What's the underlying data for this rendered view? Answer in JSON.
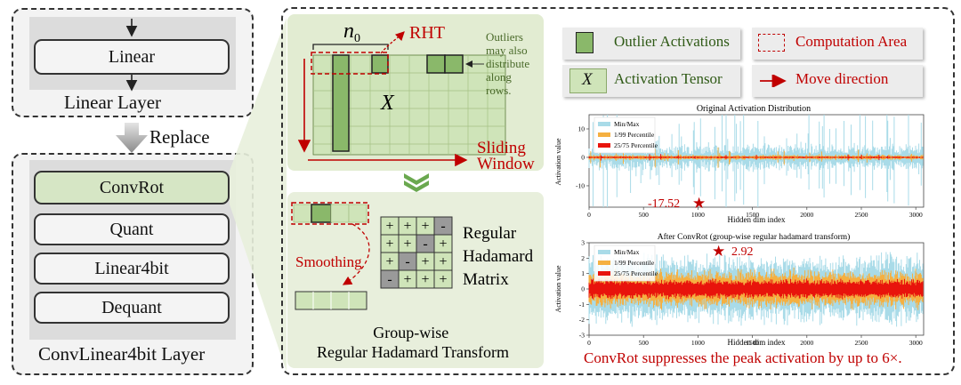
{
  "left": {
    "linear_block": "Linear",
    "linear_layer_label": "Linear Layer",
    "replace_label": "Replace",
    "convrot_block": "ConvRot",
    "quant_block": "Quant",
    "linear4bit_block": "Linear4bit",
    "dequant_block": "Dequant",
    "convlinear_label": "ConvLinear4bit Layer"
  },
  "middle": {
    "n0_base": "n",
    "n0_sub": "0",
    "rht": "RHT",
    "x": "X",
    "outlier_note": [
      "Outliers",
      "may also",
      "distribute",
      "along",
      "rows."
    ],
    "sliding": "Sliding",
    "window": "Window",
    "smoothing": "Smoothing",
    "hadamard_signs": [
      [
        "+",
        "+",
        "+",
        "-"
      ],
      [
        "+",
        "+",
        "-",
        "+"
      ],
      [
        "+",
        "-",
        "+",
        "+"
      ],
      [
        "-",
        "+",
        "+",
        "+"
      ]
    ],
    "regular_hadamard_matrix": [
      "Regular",
      "Hadamard",
      "Matrix"
    ],
    "groupwise_title": [
      "Group-wise",
      "Regular Hadamard Transform"
    ]
  },
  "legend": {
    "outlier_activations": "Outlier Activations",
    "computation_area": "Computation Area",
    "x_symbol": "X",
    "activation_tensor": "Activation Tensor",
    "move_direction": "Move direction"
  },
  "charts": {
    "top": {
      "title": "Original Activation Distribution",
      "ylabel": "Activation value",
      "xlabel": "Hidden dim index",
      "legend": [
        "Min/Max",
        "1/99 Percentile",
        "25/75 Percentile"
      ],
      "annotation": "-17.52"
    },
    "bottom": {
      "title": "After ConvRot (group-wise regular hadamard transform)",
      "ylabel": "Activation value",
      "xlabel": "Hidden dim index",
      "legend": [
        "Min/Max",
        "1/99 Percentile",
        "25/75 Percentile"
      ],
      "annotation": "2.92"
    },
    "caption": "ConvRot suppresses the peak activation by up to 6×."
  },
  "colors": {
    "green_fill": "#b5d49a",
    "light_green": "#e2ecd2",
    "red_dark": "#c00000",
    "minmax": "#a9dbe8",
    "p1_99": "#f5b041",
    "p25_75": "#e8140c",
    "panel_gray": "#dcdcdc"
  },
  "chart_data": [
    {
      "type": "area",
      "title": "Original Activation Distribution",
      "xlabel": "Hidden dim index",
      "ylabel": "Activation value",
      "xlim": [
        0,
        3072
      ],
      "ylim": [
        -17.52,
        15
      ],
      "xticks": [
        0,
        500,
        1000,
        1500,
        2000,
        2500,
        3000
      ],
      "yticks": [
        -10,
        0,
        10
      ],
      "series": [
        {
          "name": "Min/Max",
          "approx_abs_range": 15
        },
        {
          "name": "1/99 Percentile",
          "approx_abs_range": 3
        },
        {
          "name": "25/75 Percentile",
          "approx_abs_range": 1
        }
      ],
      "annotations": [
        {
          "x": 1000,
          "y": -17.52,
          "text": "-17.52"
        }
      ],
      "legend_position": "top-left"
    },
    {
      "type": "area",
      "title": "After ConvRot (group-wise regular hadamard transform)",
      "xlabel": "Hidden dim index",
      "ylabel": "Activation value",
      "xlim": [
        0,
        3072
      ],
      "ylim": [
        -3,
        3
      ],
      "xticks": [
        0,
        500,
        1000,
        1500,
        2000,
        2500,
        3000
      ],
      "yticks": [
        -3,
        -2,
        -1,
        0,
        1,
        2,
        3
      ],
      "series": [
        {
          "name": "Min/Max",
          "approx_abs_range": 2.5
        },
        {
          "name": "1/99 Percentile",
          "approx_abs_range": 1.4
        },
        {
          "name": "25/75 Percentile",
          "approx_abs_range": 0.7
        }
      ],
      "annotations": [
        {
          "x": 1200,
          "y": 2.92,
          "text": "2.92"
        }
      ],
      "legend_position": "top-left"
    }
  ]
}
